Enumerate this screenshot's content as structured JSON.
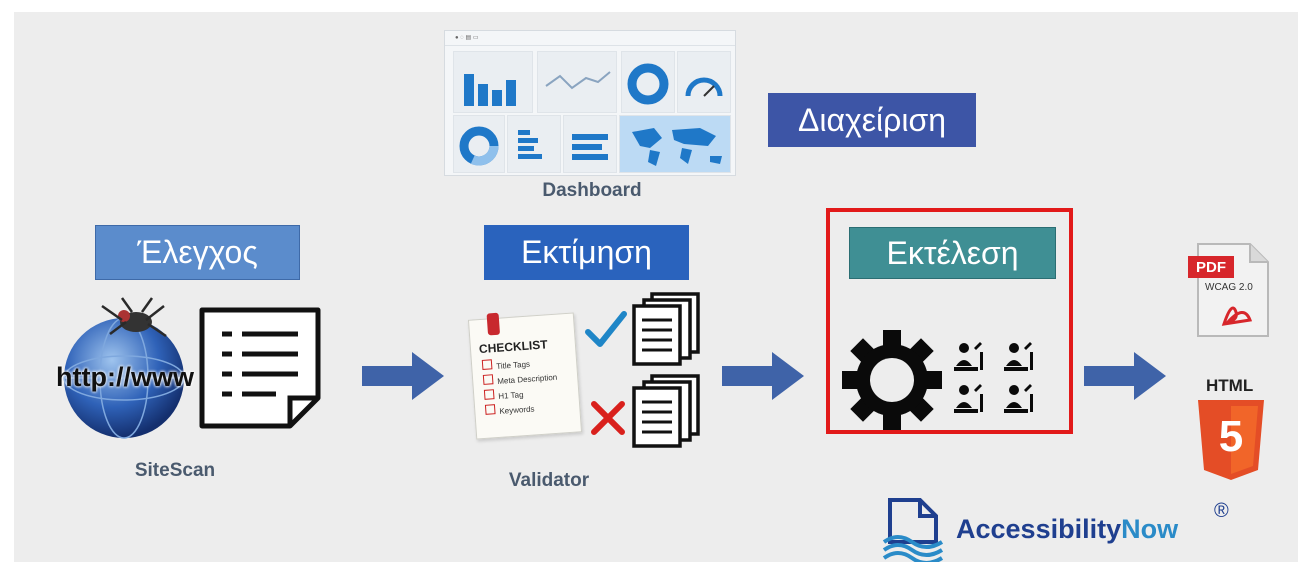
{
  "labels": {
    "management": "Διαχείριση",
    "control": "Έλεγχος",
    "assessment": "Εκτίμηση",
    "execution": "Εκτέλεση"
  },
  "captions": {
    "dashboard": "Dashboard",
    "sitescan": "SiteScan",
    "validator": "Validator"
  },
  "globe_text": "http://www",
  "checklist": {
    "title": "CHECKLIST",
    "items": [
      "Title Tags",
      "Meta Description",
      "H1 Tag",
      "Keywords"
    ]
  },
  "outputs": {
    "pdf_label": "PDF",
    "pdf_sub": "WCAG 2.0",
    "html_label": "HTML",
    "html_badge": "5"
  },
  "brand": {
    "name_part1": "Accessibility",
    "name_part2": "Now",
    "mark": "®"
  },
  "colors": {
    "management": "#3d55a6",
    "control": "#5b8ccc",
    "assessment": "#2a63bd",
    "execution": "#3f8f94",
    "arrow": "#3f63a8",
    "highlight": "#e21a1a",
    "html5": "#e44d26",
    "pdf": "#d7262b"
  }
}
